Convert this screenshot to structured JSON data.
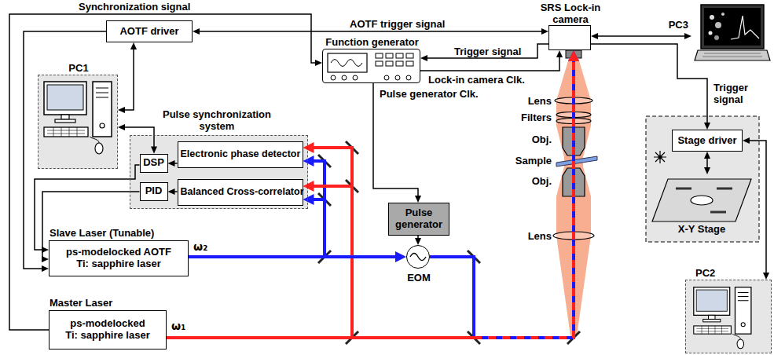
{
  "diagram": {
    "nodes": [
      {
        "text": [
          "AOTF driver"
        ]
      },
      {
        "text": [
          "PC1"
        ]
      },
      {
        "text": [
          "Function generator"
        ]
      },
      {
        "text": [
          "SRS Lock-in camera"
        ]
      },
      {
        "text": [
          "PC3"
        ]
      },
      {
        "text": [
          "Pulse synchronization system"
        ]
      },
      {
        "text": [
          "DSP"
        ],
        "in": 5
      },
      {
        "text": [
          "Electronic phase detector"
        ],
        "in": 5
      },
      {
        "text": [
          "PID"
        ],
        "in": 5
      },
      {
        "text": [
          "Balanced Cross-correlator"
        ],
        "in": 5
      },
      {
        "text": [
          "Stage driver"
        ]
      },
      {
        "text": [
          "X-Y Stage"
        ]
      },
      {
        "text": [
          "Pulse generator"
        ]
      },
      {
        "text": [
          "Slave Laser (Tunable)",
          "ps-modelocked AOTF Ti: sapphire laser"
        ]
      },
      {
        "text": [
          "EOM"
        ]
      },
      {
        "text": [
          "Master Laser",
          "ps-modelocked Ti: sapphire laser"
        ]
      },
      {
        "text": [
          "PC2"
        ]
      }
    ],
    "edges": [
      {
        "from": 15,
        "to": 2,
        "label": "Synchronization signal",
        "arrow": "to"
      },
      {
        "from": 0,
        "to": 3,
        "label": "AOTF trigger signal",
        "arrow": "both"
      },
      {
        "from": 3,
        "to": 2,
        "label": "Trigger signal",
        "arrow": "to"
      },
      {
        "from": 2,
        "to": 3,
        "label": "Lock-in camera Clk.",
        "arrow": "to"
      },
      {
        "from": 2,
        "to": 12,
        "label": "Pulse generator Clk.",
        "arrow": "to"
      },
      {
        "from": 3,
        "to": 4,
        "arrow": "both"
      },
      {
        "from": 3,
        "to": 10,
        "label": "Trigger signal",
        "arrow": "to"
      },
      {
        "from": 10,
        "to": 11,
        "arrow": "both"
      },
      {
        "from": 10,
        "to": 16,
        "arrow": "both"
      },
      {
        "from": 0,
        "to": 1,
        "arrow": "both"
      },
      {
        "from": 1,
        "to": 6,
        "arrow": "both"
      },
      {
        "from": 7,
        "to": 6,
        "arrow": "to"
      },
      {
        "from": 9,
        "to": 8,
        "arrow": "to"
      },
      {
        "from": 6,
        "to": 13,
        "arrow": "to"
      },
      {
        "from": 8,
        "to": 13,
        "arrow": "to"
      },
      {
        "from": 0,
        "to": 13,
        "arrow": "to"
      },
      {
        "from": 13,
        "to": 7,
        "arrow": "to"
      },
      {
        "from": 13,
        "to": 9,
        "arrow": "to"
      },
      {
        "from": 15,
        "to": 7,
        "arrow": "to"
      },
      {
        "from": 15,
        "to": 9,
        "arrow": "to"
      },
      {
        "from": 13,
        "to": 14,
        "arrow": "to"
      },
      {
        "from": 12,
        "to": 14,
        "arrow": "to"
      },
      {
        "from": 14,
        "to": 3,
        "arrow": "to"
      },
      {
        "from": 15,
        "to": 3,
        "arrow": "to"
      }
    ],
    "labels": [
      "ω₂",
      "ω₁",
      "Lens",
      "Filters",
      "Obj.",
      "Sample",
      "Obj.",
      "Lens"
    ]
  }
}
